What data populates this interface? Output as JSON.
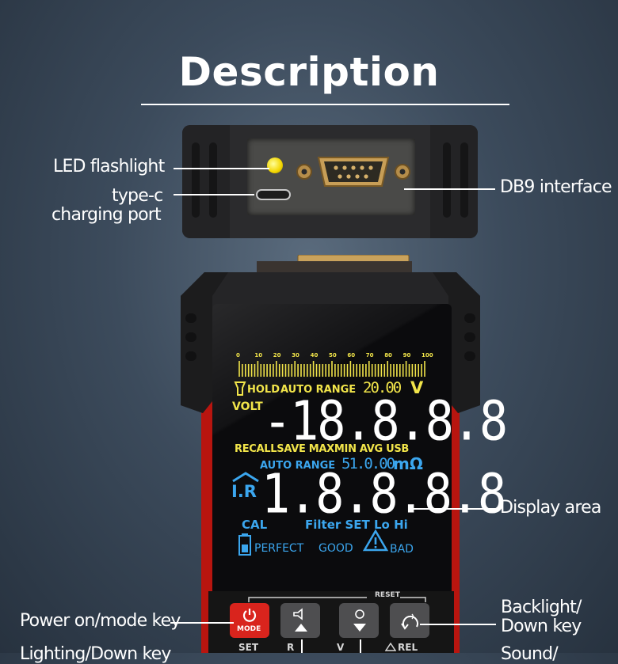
{
  "title": "Description",
  "callouts": {
    "led": "LED flashlight",
    "typec_1": "type-c",
    "typec_2": "charging port",
    "db9": "DB9 interface",
    "display": "Display area",
    "power_mode": "Power on/mode key",
    "lighting_down": "Lighting/Down key",
    "backlight_1": "Backlight/",
    "backlight_2": "Down key",
    "sound": "Sound/"
  },
  "lcd": {
    "scale_ticks": [
      "0",
      "10",
      "20",
      "30",
      "40",
      "50",
      "60",
      "70",
      "80",
      "90",
      "100"
    ],
    "hold": "HOLD",
    "auto_range": "AUTO RANGE",
    "range_value": "20.00",
    "unit_v": "V",
    "volt": "VOLT",
    "main_digits": "-18.8.8.8",
    "mode_row": "RECALLSAVE MAXMIN AVG USB",
    "auto_range_2": "AUTO RANGE",
    "ohm_value": "51.0.00",
    "unit_mohm": "mΩ",
    "ir": "I.R",
    "second_digits": "1.8.8.8.8",
    "cal": "CAL",
    "filter_row": "Filter SET Lo Hi",
    "perfect": "PERFECT",
    "good": "GOOD",
    "bad": "BAD"
  },
  "keys": {
    "reset": "RESET",
    "mode": "MODE",
    "set": "SET",
    "r": "R",
    "v": "V",
    "rel": "REL"
  },
  "colors": {
    "device_red": "#e0231c",
    "lcd_yellow": "#f2e54a",
    "lcd_blue": "#3ba6ee"
  }
}
